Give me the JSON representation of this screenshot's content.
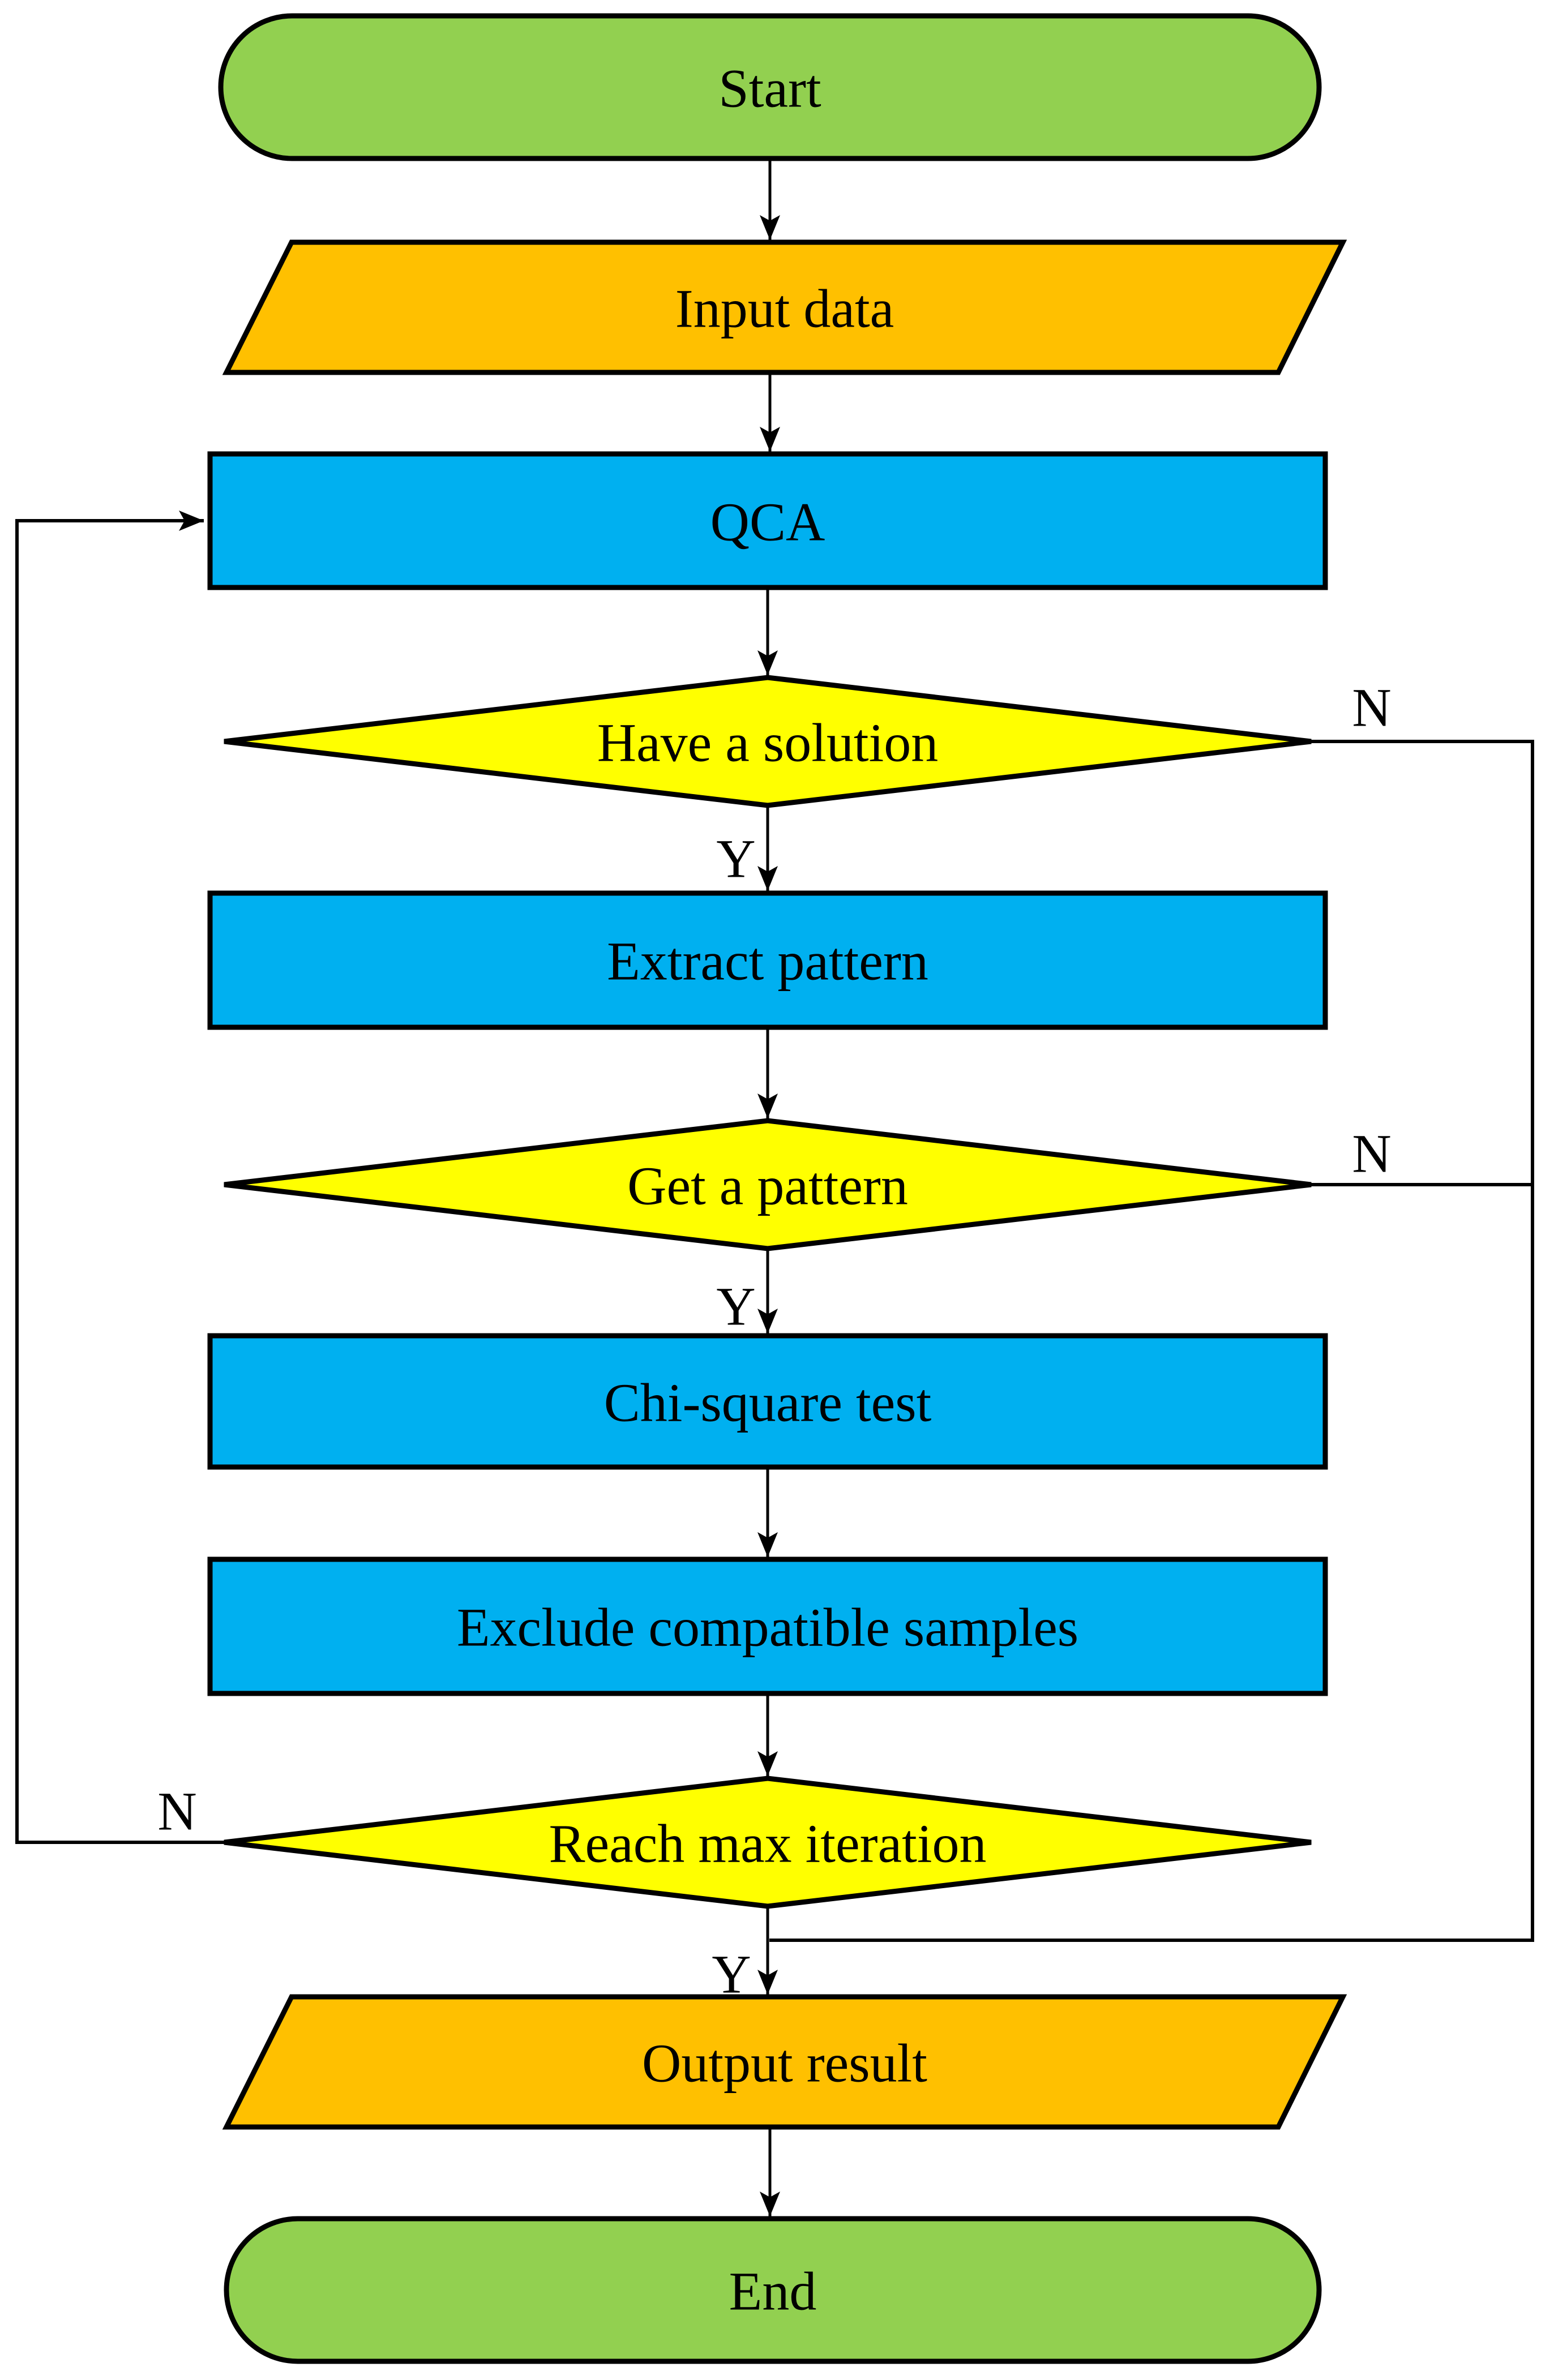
{
  "diagram_type": "flowchart",
  "nodes": {
    "start": {
      "label": "Start",
      "type": "terminator"
    },
    "input_data": {
      "label": "Input data",
      "type": "input-output"
    },
    "qca": {
      "label": "QCA",
      "type": "process"
    },
    "have_solution": {
      "label": "Have a solution",
      "type": "decision"
    },
    "extract_pattern": {
      "label": "Extract pattern",
      "type": "process"
    },
    "get_pattern": {
      "label": "Get a pattern",
      "type": "decision"
    },
    "chi_square": {
      "label": "Chi-square test",
      "type": "process"
    },
    "exclude_samples": {
      "label": "Exclude compatible samples",
      "type": "process"
    },
    "reach_max": {
      "label": "Reach max iteration",
      "type": "decision"
    },
    "output_result": {
      "label": "Output result",
      "type": "input-output"
    },
    "end": {
      "label": "End",
      "type": "terminator"
    }
  },
  "edges": [
    {
      "from": "start",
      "to": "input_data",
      "label": ""
    },
    {
      "from": "input_data",
      "to": "qca",
      "label": ""
    },
    {
      "from": "qca",
      "to": "have_solution",
      "label": ""
    },
    {
      "from": "have_solution",
      "to": "extract_pattern",
      "label": "Y"
    },
    {
      "from": "have_solution",
      "to": "output_result",
      "label": "N"
    },
    {
      "from": "extract_pattern",
      "to": "get_pattern",
      "label": ""
    },
    {
      "from": "get_pattern",
      "to": "chi_square",
      "label": "Y"
    },
    {
      "from": "get_pattern",
      "to": "output_result",
      "label": "N"
    },
    {
      "from": "chi_square",
      "to": "exclude_samples",
      "label": ""
    },
    {
      "from": "exclude_samples",
      "to": "reach_max",
      "label": ""
    },
    {
      "from": "reach_max",
      "to": "qca",
      "label": "N"
    },
    {
      "from": "reach_max",
      "to": "output_result",
      "label": "Y"
    },
    {
      "from": "output_result",
      "to": "end",
      "label": ""
    }
  ],
  "colors": {
    "terminal": "#92D050",
    "io": "#FFC000",
    "process": "#00B0F0",
    "decision": "#FFFF00",
    "line": "#000000",
    "text": "#000000",
    "background": "#FFFFFF"
  }
}
